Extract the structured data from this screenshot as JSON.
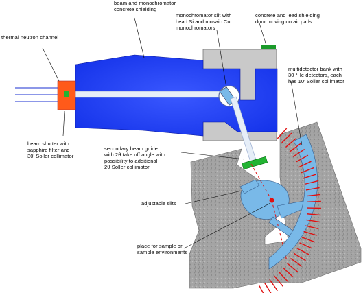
{
  "labels": {
    "thermal_channel": "thermal neutron channel",
    "shielding": "beam and monochromator\nconcrete shielding",
    "monochromator": "monochromator slit with\nhead Si and mosaic Cu\nmonochromators",
    "door": "concrete and lead shielding\ndoor moving on air pads",
    "multidetector": "multidetector bank with\n30 ³He detectors, each\nhas 10' Soller collimator",
    "beam_shutter": "beam shutter with\nsapphire filter and\n30' Soller collimator",
    "secondary_guide": "secondary beam guide\nwith 2θ take off angle with\npossibility to additional\n2θ Soller collimator",
    "slits": "adjustable slits",
    "sample": "place for sample or\nsample environments"
  },
  "colors": {
    "shielding_blue": "#1f3fff",
    "concrete_gray": "#c9c9c9",
    "floor_gray": "#9a9a9a",
    "light_blue": "#79b9e8",
    "shutter_orange": "#ff5a1a",
    "guide_green": "#22b432",
    "beam_red": "#e01010",
    "door_green": "#1a9a2a"
  }
}
